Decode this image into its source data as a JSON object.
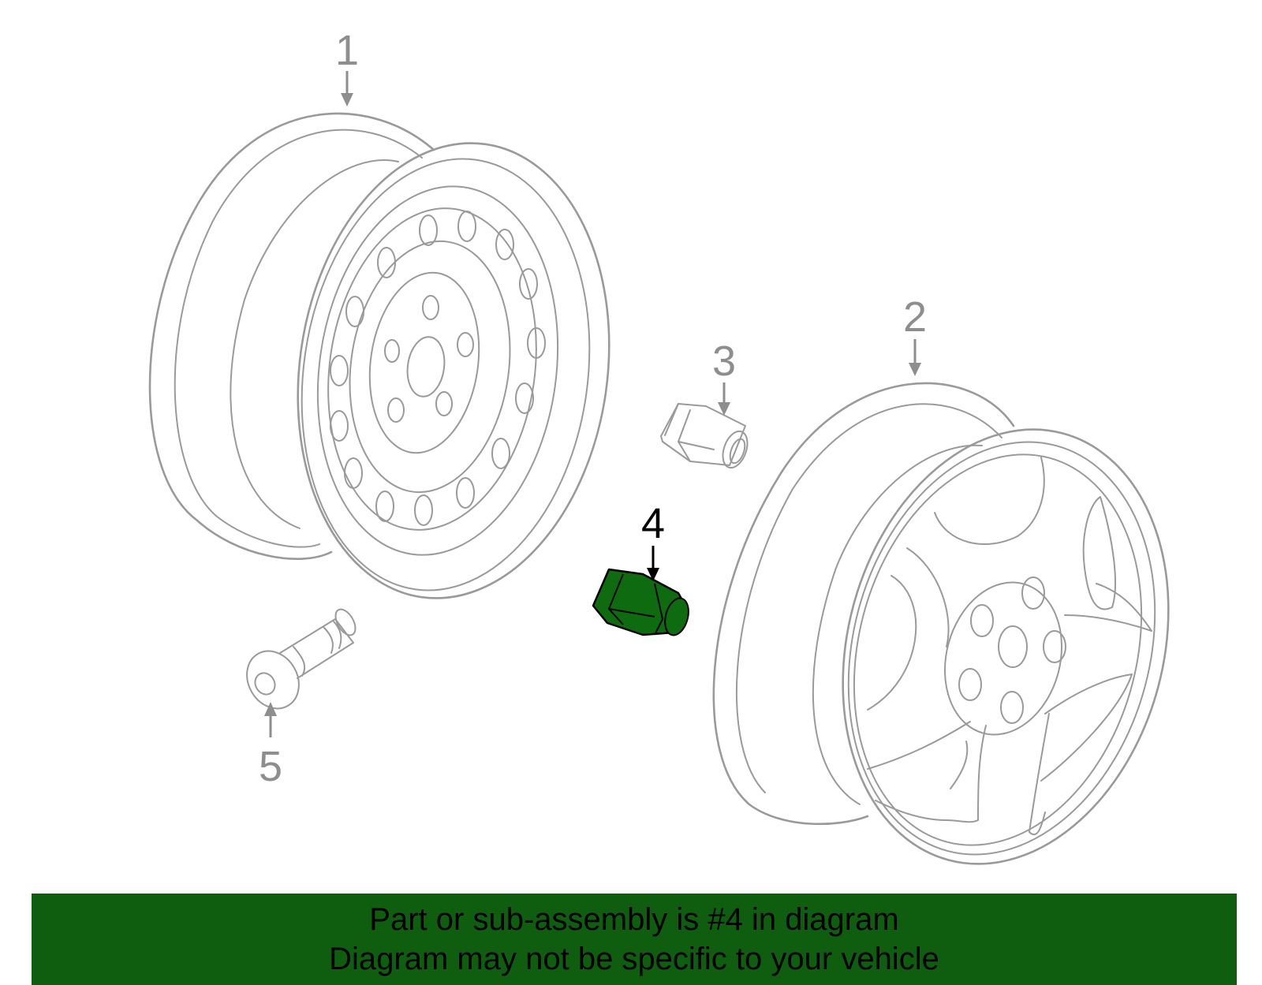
{
  "diagram": {
    "callouts": [
      {
        "id": "1",
        "label": "1"
      },
      {
        "id": "2",
        "label": "2"
      },
      {
        "id": "3",
        "label": "3"
      },
      {
        "id": "4",
        "label": "4"
      },
      {
        "id": "5",
        "label": "5"
      }
    ],
    "highlight_color": "#0f6b0f",
    "part_line_color": "#9a9a9a"
  },
  "banner": {
    "line1": "Part or sub-assembly is #4 in diagram",
    "line2": "Diagram may not be specific to your vehicle",
    "background_color": "#0f5d0f"
  }
}
